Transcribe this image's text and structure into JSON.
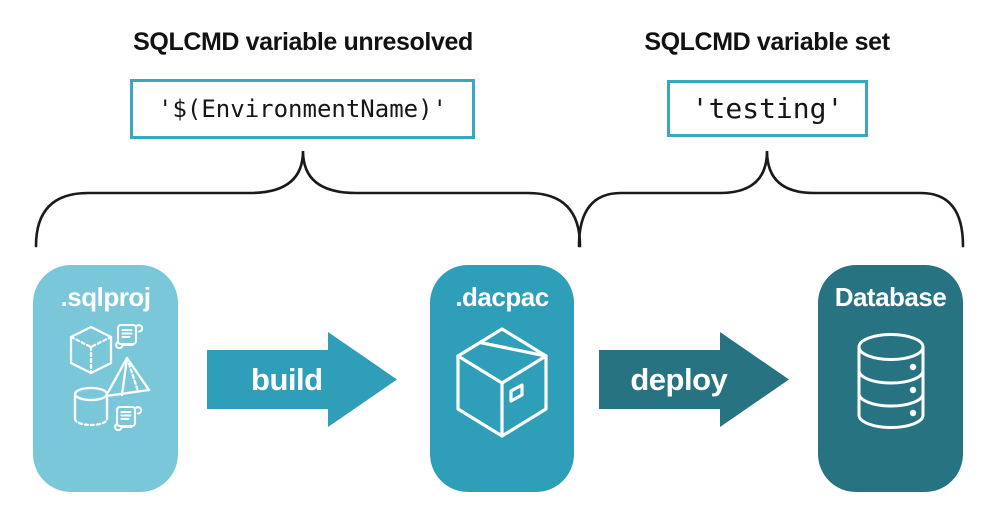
{
  "colors": {
    "light_blue": "#7BC7DA",
    "teal": "#2F9EB8",
    "dark_teal": "#277382",
    "code_border": "#3BA6BF",
    "text": "#121212",
    "icon_white": "#FFFFFF",
    "brace_black": "#1A1A1A"
  },
  "left_group": {
    "heading": "SQLCMD variable unresolved",
    "code": "'$(EnvironmentName)'"
  },
  "right_group": {
    "heading": "SQLCMD variable set",
    "code": "'testing'"
  },
  "pipeline": {
    "nodes": [
      {
        "label": ".sqlproj",
        "icon": "sql-project-objects-icon"
      },
      {
        "label": ".dacpac",
        "icon": "package-box-icon"
      },
      {
        "label": "Database",
        "icon": "database-cylinder-icon"
      }
    ],
    "arrows": [
      {
        "label": "build"
      },
      {
        "label": "deploy"
      }
    ]
  }
}
